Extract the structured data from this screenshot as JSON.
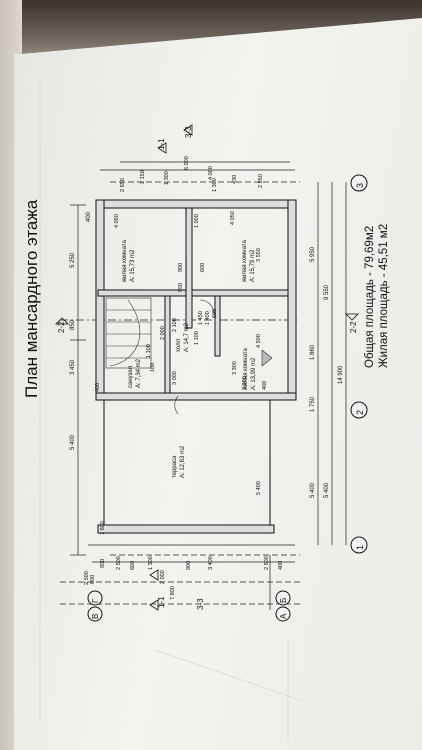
{
  "drawing": {
    "title": "План мансардного этажа",
    "total_area": "Общая площадь - 79,69м2",
    "living_area": "Жилая площадь - 45,51 м2",
    "section_marks": [
      "1-1",
      "1-1",
      "2-2",
      "2-2",
      "3-3",
      "3-3"
    ],
    "axis_labels": [
      "1",
      "2",
      "3",
      "Г",
      "В",
      "Б",
      "А"
    ],
    "rooms": [
      {
        "name": "терраса",
        "area": "A: 12,63 m2"
      },
      {
        "name": "санузел",
        "area": "A: 7,34 m2"
      },
      {
        "name": "холл",
        "area": "A: 14,7 m2"
      },
      {
        "name": "жилая комната",
        "area": "A: 15,73 m2"
      },
      {
        "name": "жилая комната",
        "area": "A: 15,79 m2"
      },
      {
        "name": "жилая комната",
        "area": "A: 13,99 m2"
      }
    ],
    "dims_top": [
      "5 400",
      "3 450",
      "850",
      "5 250",
      "400"
    ],
    "dims_bottom": [
      "5 400",
      "5 400",
      "1 750",
      "1 860",
      "9 550",
      "5 950",
      "14 900"
    ],
    "dims_left": [
      "2 500",
      "850",
      "600",
      "1 300",
      "2 500",
      "600",
      "900",
      "3 400",
      "2 500",
      "400",
      "7 800",
      "2 000"
    ],
    "dims_right": [
      "2 850",
      "4 000",
      "1 300",
      "1 300",
      "6 000",
      "2 850",
      "2 150",
      "430"
    ],
    "dims_inner": [
      "7 600",
      "3 300",
      "1 100",
      "2 100",
      "2 000",
      "1 100",
      "950",
      "1 450",
      "3 000",
      "100",
      "4 050",
      "4 050",
      "3 550",
      "4 500",
      "400",
      "5 400",
      "3 000",
      "400",
      "1 000",
      "900",
      "600",
      "600",
      "1 400"
    ]
  }
}
